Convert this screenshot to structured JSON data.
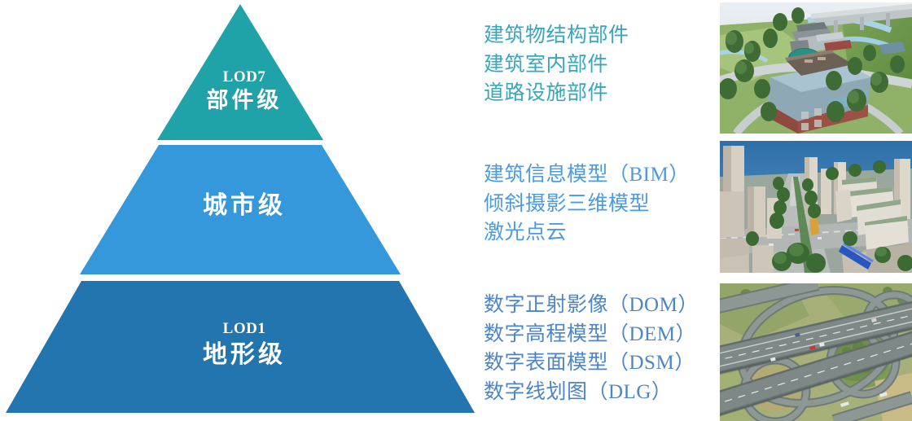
{
  "diagram": {
    "type": "three-tier-pyramid",
    "title_present": false,
    "tiers": [
      {
        "id": "tier-1",
        "level_label": "LOD7",
        "name_label": "部件级",
        "color": "#20A3A8",
        "position": "top"
      },
      {
        "id": "tier-2",
        "level_label": "",
        "name_label": "城市级",
        "color": "#3498DB",
        "position": "middle"
      },
      {
        "id": "tier-3",
        "level_label": "LOD1",
        "name_label": "地形级",
        "color": "#2275AE",
        "position": "bottom"
      }
    ]
  },
  "descriptions": [
    {
      "id": "desc-1",
      "color": "#3AA6BC",
      "lines": [
        "建筑物结构部件",
        "建筑室内部件",
        "道路设施部件"
      ]
    },
    {
      "id": "desc-2",
      "color": "#4A9BE0",
      "lines": [
        "建筑信息模型（BIM）",
        "倾斜摄影三维模型",
        "激光点云"
      ]
    },
    {
      "id": "desc-3",
      "color": "#4C86C6",
      "lines": [
        "数字正射影像（DOM）",
        "数字高程模型（DEM）",
        "数字表面模型（DSM）",
        "数字线划图（DLG）"
      ]
    }
  ],
  "thumbnails": [
    {
      "id": "thumb-1",
      "alt": "component-level-3d-building-model-render",
      "description": "三维建筑模型渲染图"
    },
    {
      "id": "thumb-2",
      "alt": "city-level-oblique-photography-model",
      "description": "城市倾斜摄影三维模型"
    },
    {
      "id": "thumb-3",
      "alt": "terrain-level-aerial-orthophoto-interchange",
      "description": "航空正射影像立交桥"
    }
  ]
}
